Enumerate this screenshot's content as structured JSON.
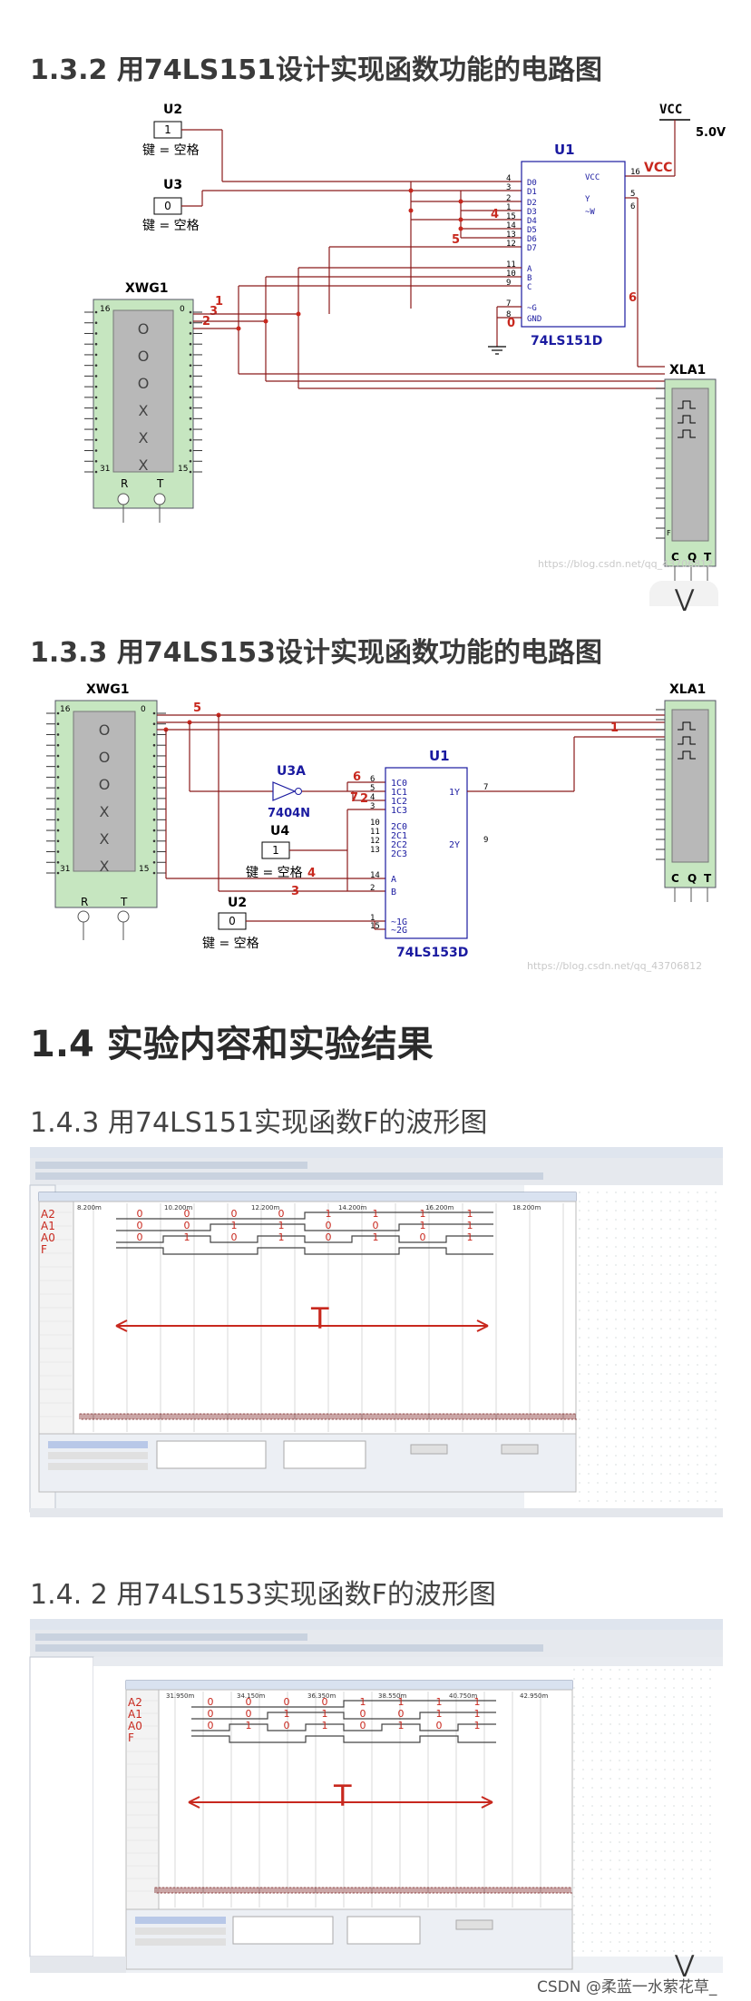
{
  "headings": {
    "h132": "1.3.2 用74LS151设计实现函数功能的电路图",
    "h133": "1.3.3 用74LS153设计实现函数功能的电路图",
    "h14": "1.4 实验内容和实验结果",
    "h143": "1.4.3 用74LS151实现函数F的波形图",
    "h142": "1.4. 2 用74LS153实现函数F的波形图"
  },
  "circuit151": {
    "vcc_label": "VCC",
    "vcc_value": "5.0V",
    "vcc_net": "VCC",
    "u2_label": "U2",
    "u2_value": "1",
    "u2_key": "键 = 空格",
    "u3_label": "U3",
    "u3_value": "0",
    "u3_key": "键 = 空格",
    "u1_label": "U1",
    "chip_name": "74LS151D",
    "xwg_label": "XWG1",
    "xla_label": "XLA1",
    "pins_left": [
      "D0",
      "D1",
      "D2",
      "D3",
      "D4",
      "D5",
      "D6",
      "D7",
      "A",
      "B",
      "C",
      "~G",
      "GND"
    ],
    "pin_nums_left": [
      "4",
      "3",
      "2",
      "1",
      "15",
      "14",
      "13",
      "12",
      "11",
      "10",
      "9",
      "7",
      "8"
    ],
    "pins_right": [
      "VCC",
      "Y",
      "~W"
    ],
    "pin_nums_right": [
      "16",
      "5",
      "6"
    ],
    "nets": [
      "1",
      "3",
      "2",
      "4",
      "5",
      "6",
      "0"
    ],
    "gen_values": [
      "O",
      "O",
      "O",
      "X",
      "X",
      "X"
    ],
    "gen_top_left": "16",
    "gen_top_right": "0",
    "gen_bot_left": "31",
    "gen_bot_right": "15",
    "gen_r": "R",
    "gen_t": "T",
    "la_f": "F",
    "la_c": "C",
    "la_q": "Q",
    "la_t": "T",
    "watermark": "https://blog.csdn.net/qq_43706812"
  },
  "circuit153": {
    "xwg_label": "XWG1",
    "xla_label": "XLA1",
    "u3a_label": "U3A",
    "inv_name": "7404N",
    "u4_label": "U4",
    "u4_value": "1",
    "u4_key": "键 = 空格",
    "u2_label": "U2",
    "u2_value": "0",
    "u2_key": "键 = 空格",
    "u1_label": "U1",
    "chip_name": "74LS153D",
    "pins_left": [
      "1C0",
      "1C1",
      "1C2",
      "1C3",
      "2C0",
      "2C1",
      "2C2",
      "2C3",
      "A",
      "B",
      "~1G",
      "~2G"
    ],
    "pin_nums_left": [
      "6",
      "5",
      "4",
      "3",
      "10",
      "11",
      "12",
      "13",
      "14",
      "2",
      "1",
      "15"
    ],
    "pins_right": [
      "1Y",
      "2Y"
    ],
    "pin_nums_right": [
      "7",
      "9"
    ],
    "nets": [
      "5",
      "1",
      "6",
      "7",
      "2",
      "4",
      "3"
    ],
    "gen_values": [
      "O",
      "O",
      "O",
      "X",
      "X",
      "X"
    ],
    "gen_top_left": "16",
    "gen_top_right": "0",
    "gen_bot_left": "31",
    "gen_bot_right": "15",
    "gen_r": "R",
    "gen_t": "T",
    "la_c": "C",
    "la_q": "Q",
    "la_t": "T",
    "watermark": "https://blog.csdn.net/qq_43706812"
  },
  "wave151": {
    "hand_labels": [
      "A2",
      "A1",
      "A0",
      "F"
    ],
    "period_label": "T",
    "bits_row1": [
      "0",
      "0",
      "0",
      "0",
      "1",
      "1",
      "1",
      "1"
    ],
    "bits_row2": [
      "0",
      "0",
      "1",
      "1",
      "0",
      "0",
      "1",
      "1"
    ],
    "bits_row3": [
      "0",
      "1",
      "0",
      "1",
      "0",
      "1",
      "0",
      "1"
    ],
    "ticks": [
      "8.200m",
      "10.200m",
      "12.200m",
      "14.200m",
      "16.200m",
      "18.200m"
    ]
  },
  "wave153": {
    "hand_labels": [
      "A2",
      "A1",
      "A0",
      "F"
    ],
    "period_label": "T",
    "bits_row1": [
      "0",
      "0",
      "0",
      "0",
      "1",
      "1",
      "1",
      "1"
    ],
    "bits_row2": [
      "0",
      "0",
      "1",
      "1",
      "0",
      "0",
      "1",
      "1"
    ],
    "bits_row3": [
      "0",
      "1",
      "0",
      "1",
      "0",
      "1",
      "0",
      "1"
    ],
    "ticks": [
      "31.950m",
      "34.150m",
      "36.350m",
      "38.550m",
      "40.750m",
      "42.950m"
    ]
  },
  "footer": {
    "text": "CSDN @柔蓝一水萦花草_"
  },
  "colors": {
    "wire": "#8b1a1a",
    "component": "#1a1aa0",
    "green": "#c6e6c0",
    "annotation": "#c8281e"
  }
}
